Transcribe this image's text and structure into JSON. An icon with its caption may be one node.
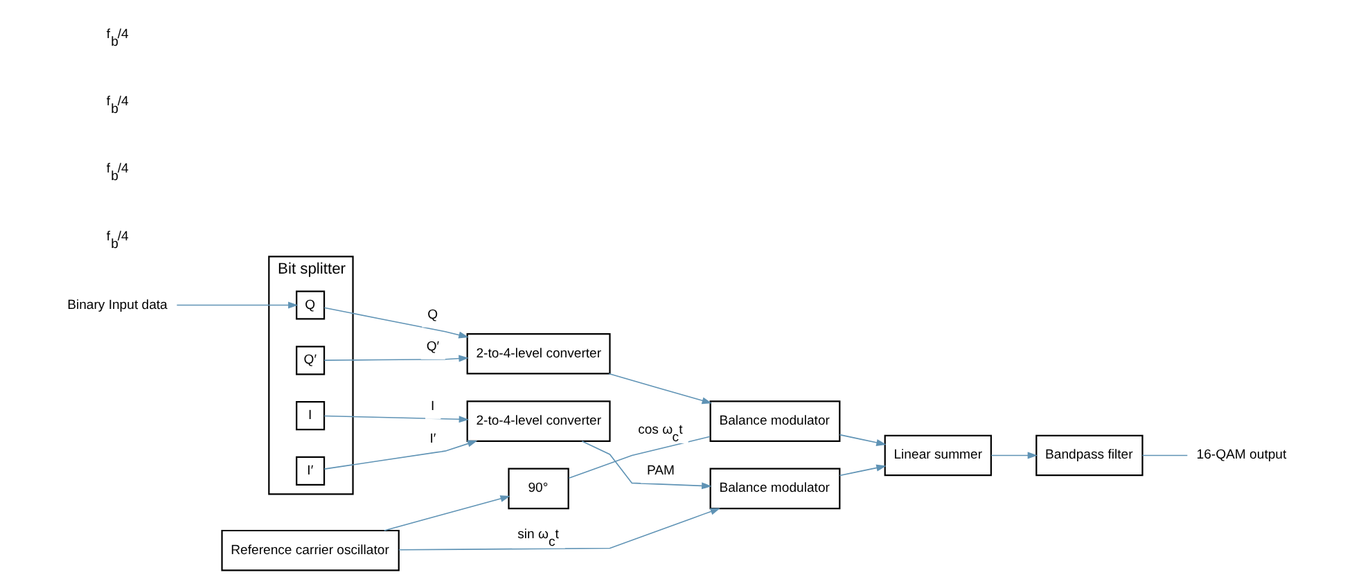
{
  "diagram": {
    "nodes": [
      {
        "text": [
          "Binary Input data"
        ]
      },
      {
        "text": [
          "Bit splitter"
        ]
      },
      {
        "text": [
          "Q"
        ],
        "in": 1
      },
      {
        "text": [
          "Q′"
        ],
        "in": 1
      },
      {
        "text": [
          "I"
        ],
        "in": 1
      },
      {
        "text": [
          "I′"
        ],
        "in": 1
      },
      {
        "text": [
          "2-to-4-level converter"
        ]
      },
      {
        "text": [
          "Balance modulator"
        ]
      },
      {
        "text": [
          "Reference carrier oscillator"
        ]
      },
      {
        "text": [
          "90°"
        ]
      },
      {
        "text": [
          "2-to-4-level converter"
        ]
      },
      {
        "text": [
          "Balance modulator"
        ]
      },
      {
        "text": [
          "Linear summer"
        ]
      },
      {
        "text": [
          "Bandpass filter"
        ]
      },
      {
        "text": [
          "16-QAM output"
        ]
      }
    ],
    "edges": [
      {
        "from": 0,
        "to": 2,
        "arrow": "to"
      },
      {
        "from": 4,
        "to": 6,
        "arrow": "to",
        "label": "I"
      },
      {
        "from": 5,
        "to": 6,
        "arrow": "to",
        "label": "I′"
      },
      {
        "from": 6,
        "to": 7,
        "arrow": "to",
        "label": "PAM"
      },
      {
        "from": 8,
        "to": 7,
        "arrow": "to",
        "label": "sin ω$_{c}$t"
      },
      {
        "from": 8,
        "to": 9,
        "arrow": "to"
      },
      {
        "from": 9,
        "to": 11,
        "arrow": "none",
        "label": "cos ω$_{c}$t"
      },
      {
        "from": 3,
        "to": 10,
        "arrow": "to",
        "label": "Q′"
      },
      {
        "from": 2,
        "to": 10,
        "arrow": "to",
        "label": "Q"
      },
      {
        "from": 10,
        "to": 11,
        "arrow": "to"
      },
      {
        "from": 7,
        "to": 12,
        "arrow": "to"
      },
      {
        "from": 11,
        "to": 12,
        "arrow": "to"
      },
      {
        "from": 12,
        "to": 13,
        "arrow": "to"
      },
      {
        "from": 13,
        "to": 14,
        "arrow": "none"
      }
    ],
    "labels": [
      "f$_{b}$/4",
      "f$_{b}$/4",
      "f$_{b}$/4",
      "f$_{b}$/4"
    ]
  }
}
